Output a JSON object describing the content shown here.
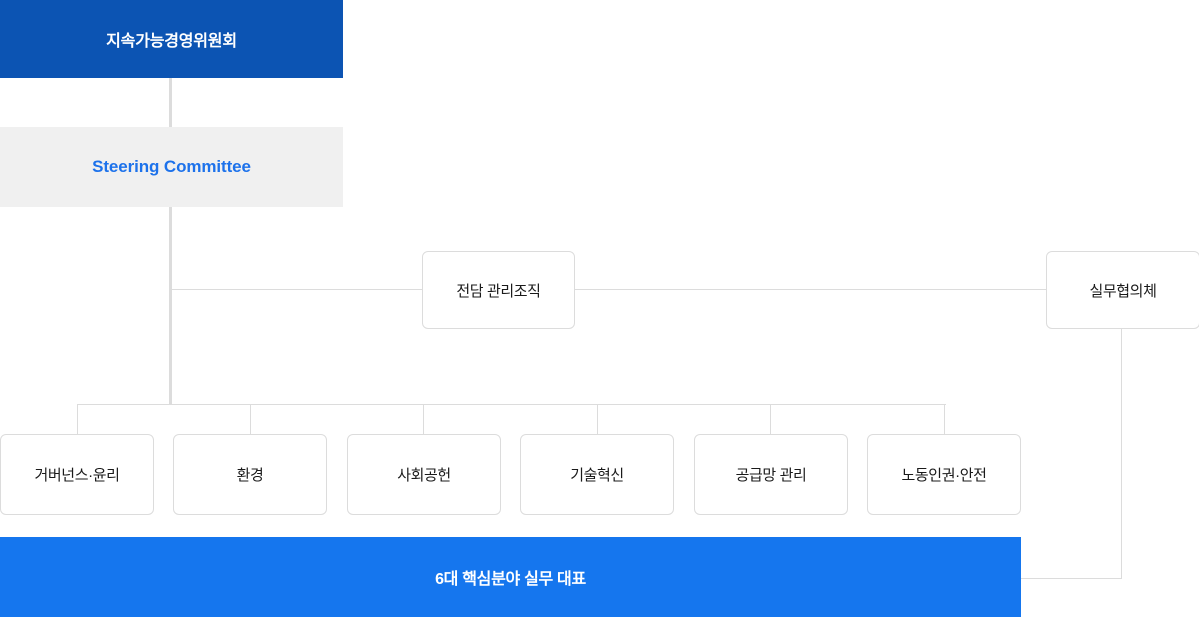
{
  "diagram": {
    "title": "ESG Sustainability Management Governance Organization Chart",
    "colors": {
      "committee_blue": "#0c54b3",
      "bottom_bar_blue": "#1576ee",
      "steering_bg": "#f0f0f0",
      "steering_text": "#1d72eb",
      "line_gray": "#dcdcdc",
      "box_border": "#dcdcdc",
      "box_text": "#1a1a1a",
      "background": "#ffffff"
    }
  },
  "nodes": {
    "committee": {
      "label": "지속가능경영위원회"
    },
    "steering": {
      "label": "Steering Committee"
    },
    "management_org": {
      "label": "전담 관리조직"
    },
    "working_council": {
      "label": "실무협의체"
    },
    "bottom_bar": {
      "label": "6대 핵심분야 실무 대표"
    }
  },
  "core_areas": [
    {
      "label": "거버넌스·윤리"
    },
    {
      "label": "환경"
    },
    {
      "label": "사회공헌"
    },
    {
      "label": "기술혁신"
    },
    {
      "label": "공급망 관리"
    },
    {
      "label": "노동인권·안전"
    }
  ]
}
